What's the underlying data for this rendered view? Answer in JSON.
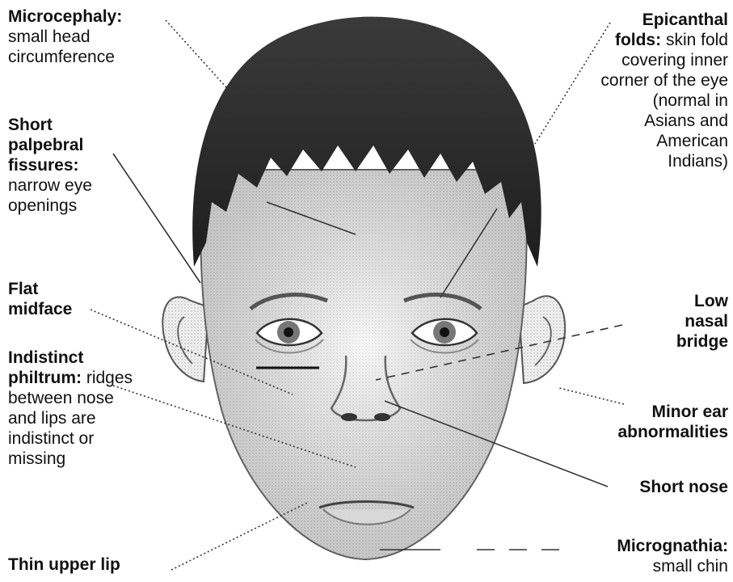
{
  "labels": {
    "microcephaly": {
      "term": "Microcephaly:",
      "desc": "small head circumference"
    },
    "palpebral": {
      "term": "Short palpebral fissures:",
      "desc": "narrow eye openings"
    },
    "midface": {
      "term": "Flat midface",
      "desc": ""
    },
    "philtrum": {
      "term": "Indistinct philtrum:",
      "desc": "ridges between nose and lips are indistinct or missing"
    },
    "upper_lip": {
      "term": "Thin upper lip",
      "desc": ""
    },
    "epicanthal": {
      "term": "Epicanthal folds:",
      "desc": "skin fold covering inner corner of the eye (normal in Asians and American Indians)"
    },
    "nasal_bridge": {
      "term": "Low nasal bridge",
      "desc": ""
    },
    "ear": {
      "term": "Minor ear abnormalities",
      "desc": ""
    },
    "short_nose": {
      "term": "Short nose",
      "desc": ""
    },
    "micrognathia": {
      "term": "Micrognathia:",
      "desc": "small chin"
    }
  }
}
